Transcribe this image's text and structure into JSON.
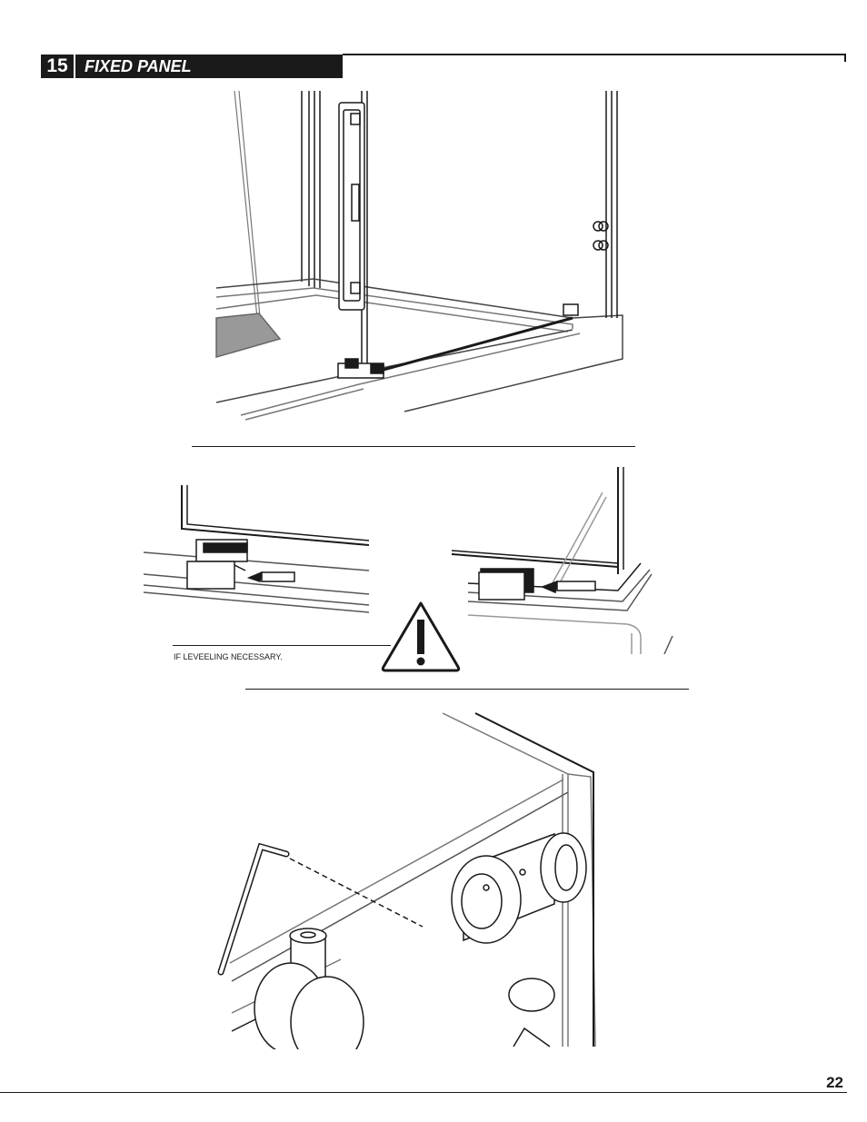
{
  "header": {
    "step_number": "15",
    "step_title": "FIXED PANEL"
  },
  "illustrations": {
    "note_text": "IF LEVEELING NECESSARY."
  },
  "footer": {
    "page_number": "22"
  }
}
